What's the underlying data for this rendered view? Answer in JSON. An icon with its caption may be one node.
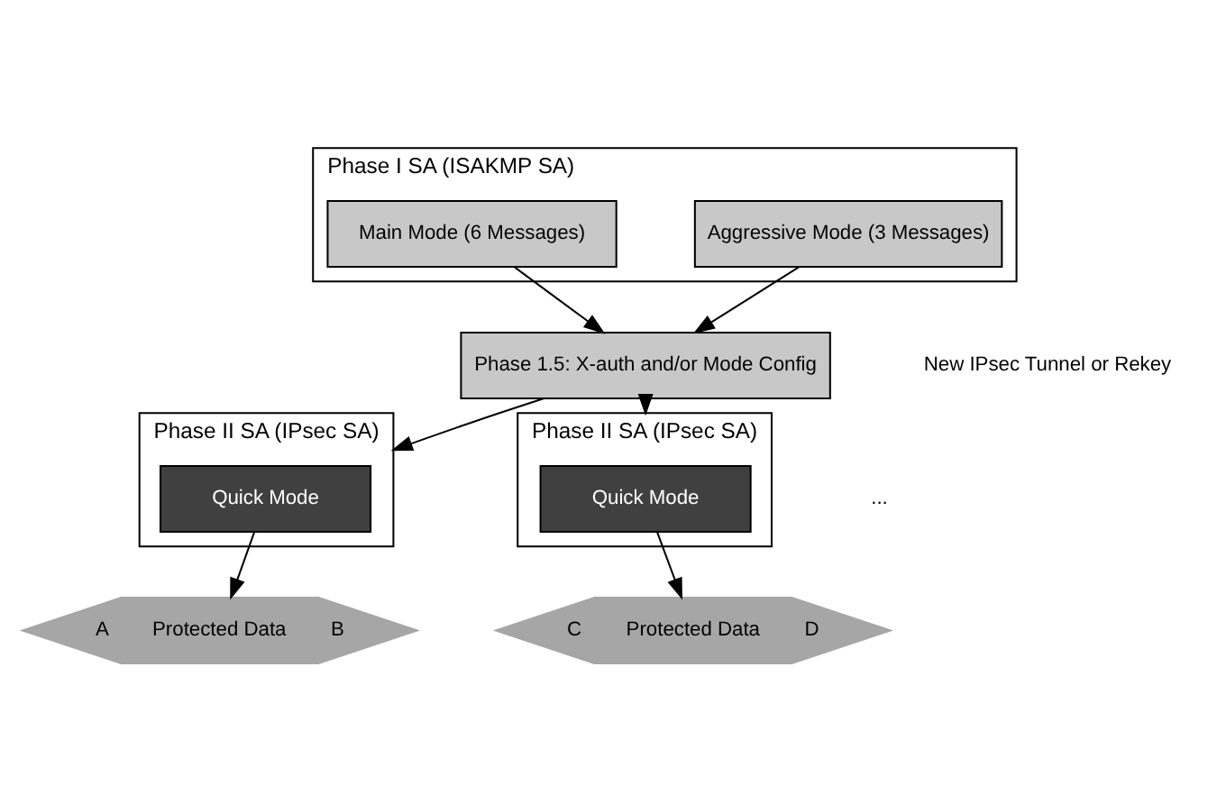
{
  "diagram": {
    "nodes": [
      {
        "text": [
          "Phase I SA (ISAKMP SA)"
        ]
      },
      {
        "text": [
          "Main Mode (6 Messages)"
        ],
        "in": 0
      },
      {
        "text": [
          "Aggressive Mode (3 Messages)"
        ],
        "in": 0
      },
      {
        "text": [
          "Phase 1.5: X-auth and/or Mode Config"
        ]
      },
      {
        "text": [
          "Phase II SA (IPsec SA)"
        ]
      },
      {
        "text": [
          "Quick Mode"
        ],
        "in": 4
      },
      {
        "text": [
          "Phase II SA (IPsec SA)"
        ]
      },
      {
        "text": [
          "Quick Mode"
        ],
        "in": 6
      },
      {
        "text": [
          "A",
          "Protected Data",
          "B"
        ]
      },
      {
        "text": [
          "C",
          "Protected Data",
          "D"
        ]
      }
    ],
    "edges": [
      {
        "from": 1,
        "to": 3,
        "arrow": "to"
      },
      {
        "from": 2,
        "to": 3,
        "arrow": "to"
      },
      {
        "from": 3,
        "to": 4,
        "arrow": "to"
      },
      {
        "from": 3,
        "to": 6,
        "arrow": "to"
      },
      {
        "from": 5,
        "to": 8,
        "arrow": "to"
      },
      {
        "from": 7,
        "to": 9,
        "arrow": "to"
      }
    ],
    "labels": [
      "New IPsec Tunnel or Rekey",
      "..."
    ]
  }
}
